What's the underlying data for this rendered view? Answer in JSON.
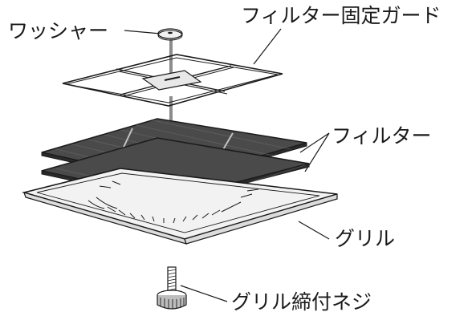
{
  "labels": {
    "washer": "ワッシャー",
    "filter_guard": "フィルター固定ガード",
    "filter": "フィルター",
    "grill": "グリル",
    "grill_screw": "グリル締付ネジ"
  },
  "colors": {
    "ink": "#1a1a1a",
    "mesh_fill": "#4a4a4a",
    "light_gray": "#d8d8d8",
    "background": "#ffffff"
  }
}
